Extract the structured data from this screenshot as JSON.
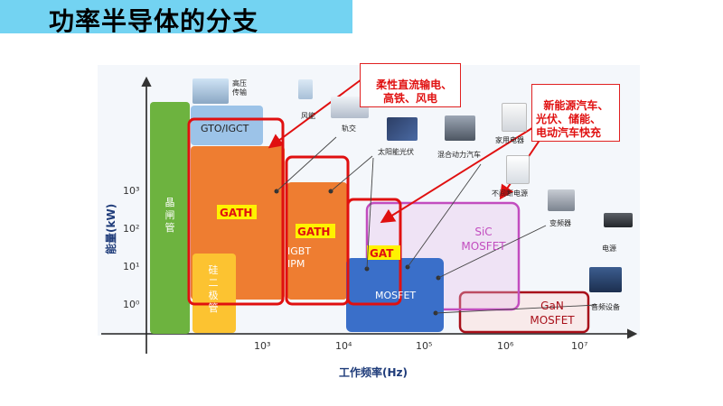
{
  "title": "功率半导体的分支",
  "axes": {
    "y_label": "能量(kW)",
    "x_label": "工作频率(Hz)",
    "y_ticks": [
      "10³",
      "10²",
      "10¹",
      "10⁰"
    ],
    "x_ticks": [
      "10³",
      "10⁴",
      "10⁵",
      "10⁶",
      "10⁷"
    ]
  },
  "regions": {
    "thyristor": "晶闸管",
    "gto": "GTO/IGCT",
    "gath1": "GATH",
    "gath2": "GATH",
    "igbt": "IGBT\nIPM",
    "diode": "硅二极管",
    "gat": "GAT",
    "mosfet": "MOSFET",
    "sic": "SiC\nMOSFET",
    "gan": "GaN\nMOSFET"
  },
  "apps": {
    "hv": "高压\n传输",
    "wind": "风能",
    "rail": "轨交",
    "solar": "太阳能光伏",
    "hev": "混合动力汽车",
    "home": "家用电器",
    "ups": "不间断电源",
    "inverter": "变频器",
    "power": "电源",
    "audio": "音频设备"
  },
  "callouts": {
    "left": "柔性直流输电、\n高铁、风电",
    "right": "新能源汽车、\n光伏、储能、\n电动汽车快充"
  },
  "colors": {
    "accent_red": "#e01010",
    "title_bg": "#73d3f2",
    "thyristor_green": "#6db33f",
    "orange": "#ee7d31",
    "mosfet_blue": "#3a6fc9",
    "sic_magenta": "#c24dbf",
    "gan_darkred": "#a8101a"
  }
}
